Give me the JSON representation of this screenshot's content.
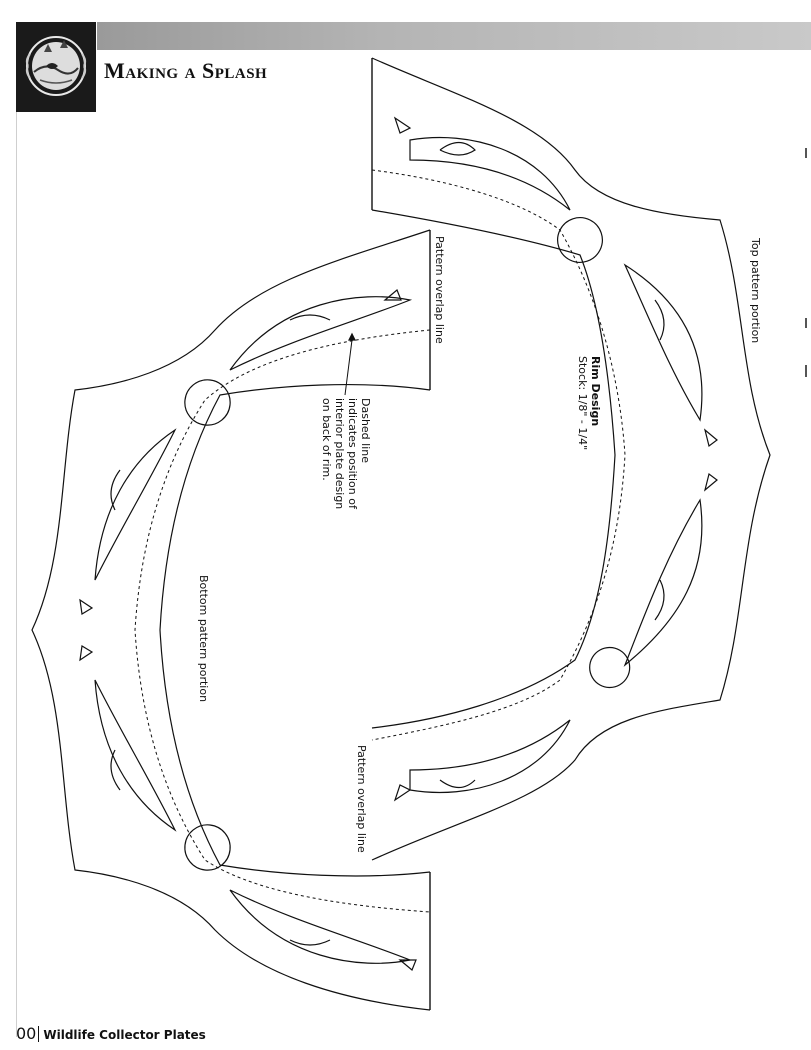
{
  "header": {
    "title_prefix": "M",
    "title_rest": "aking a",
    "title_prefix2": "S",
    "title_rest2": "plash"
  },
  "labels": {
    "top_pattern": "Top pattern portion",
    "bottom_pattern": "Bottom pattern portion",
    "overlap_top": "Pattern overlap line",
    "overlap_bottom": "Pattern overlap line",
    "rim_title": "Rim Design",
    "rim_stock": "Stock: 1/8\" - 1/4\"",
    "dashed_note": [
      "Dashed line",
      "indicates position of",
      "interior plate design",
      "on back of rim."
    ]
  },
  "footer": {
    "page_number": "00",
    "book_title": "Wildlife Collector Plates"
  },
  "colors": {
    "header_bar": "#a8a8a8",
    "logo_bg": "#1a1a1a",
    "ink": "#111111"
  }
}
